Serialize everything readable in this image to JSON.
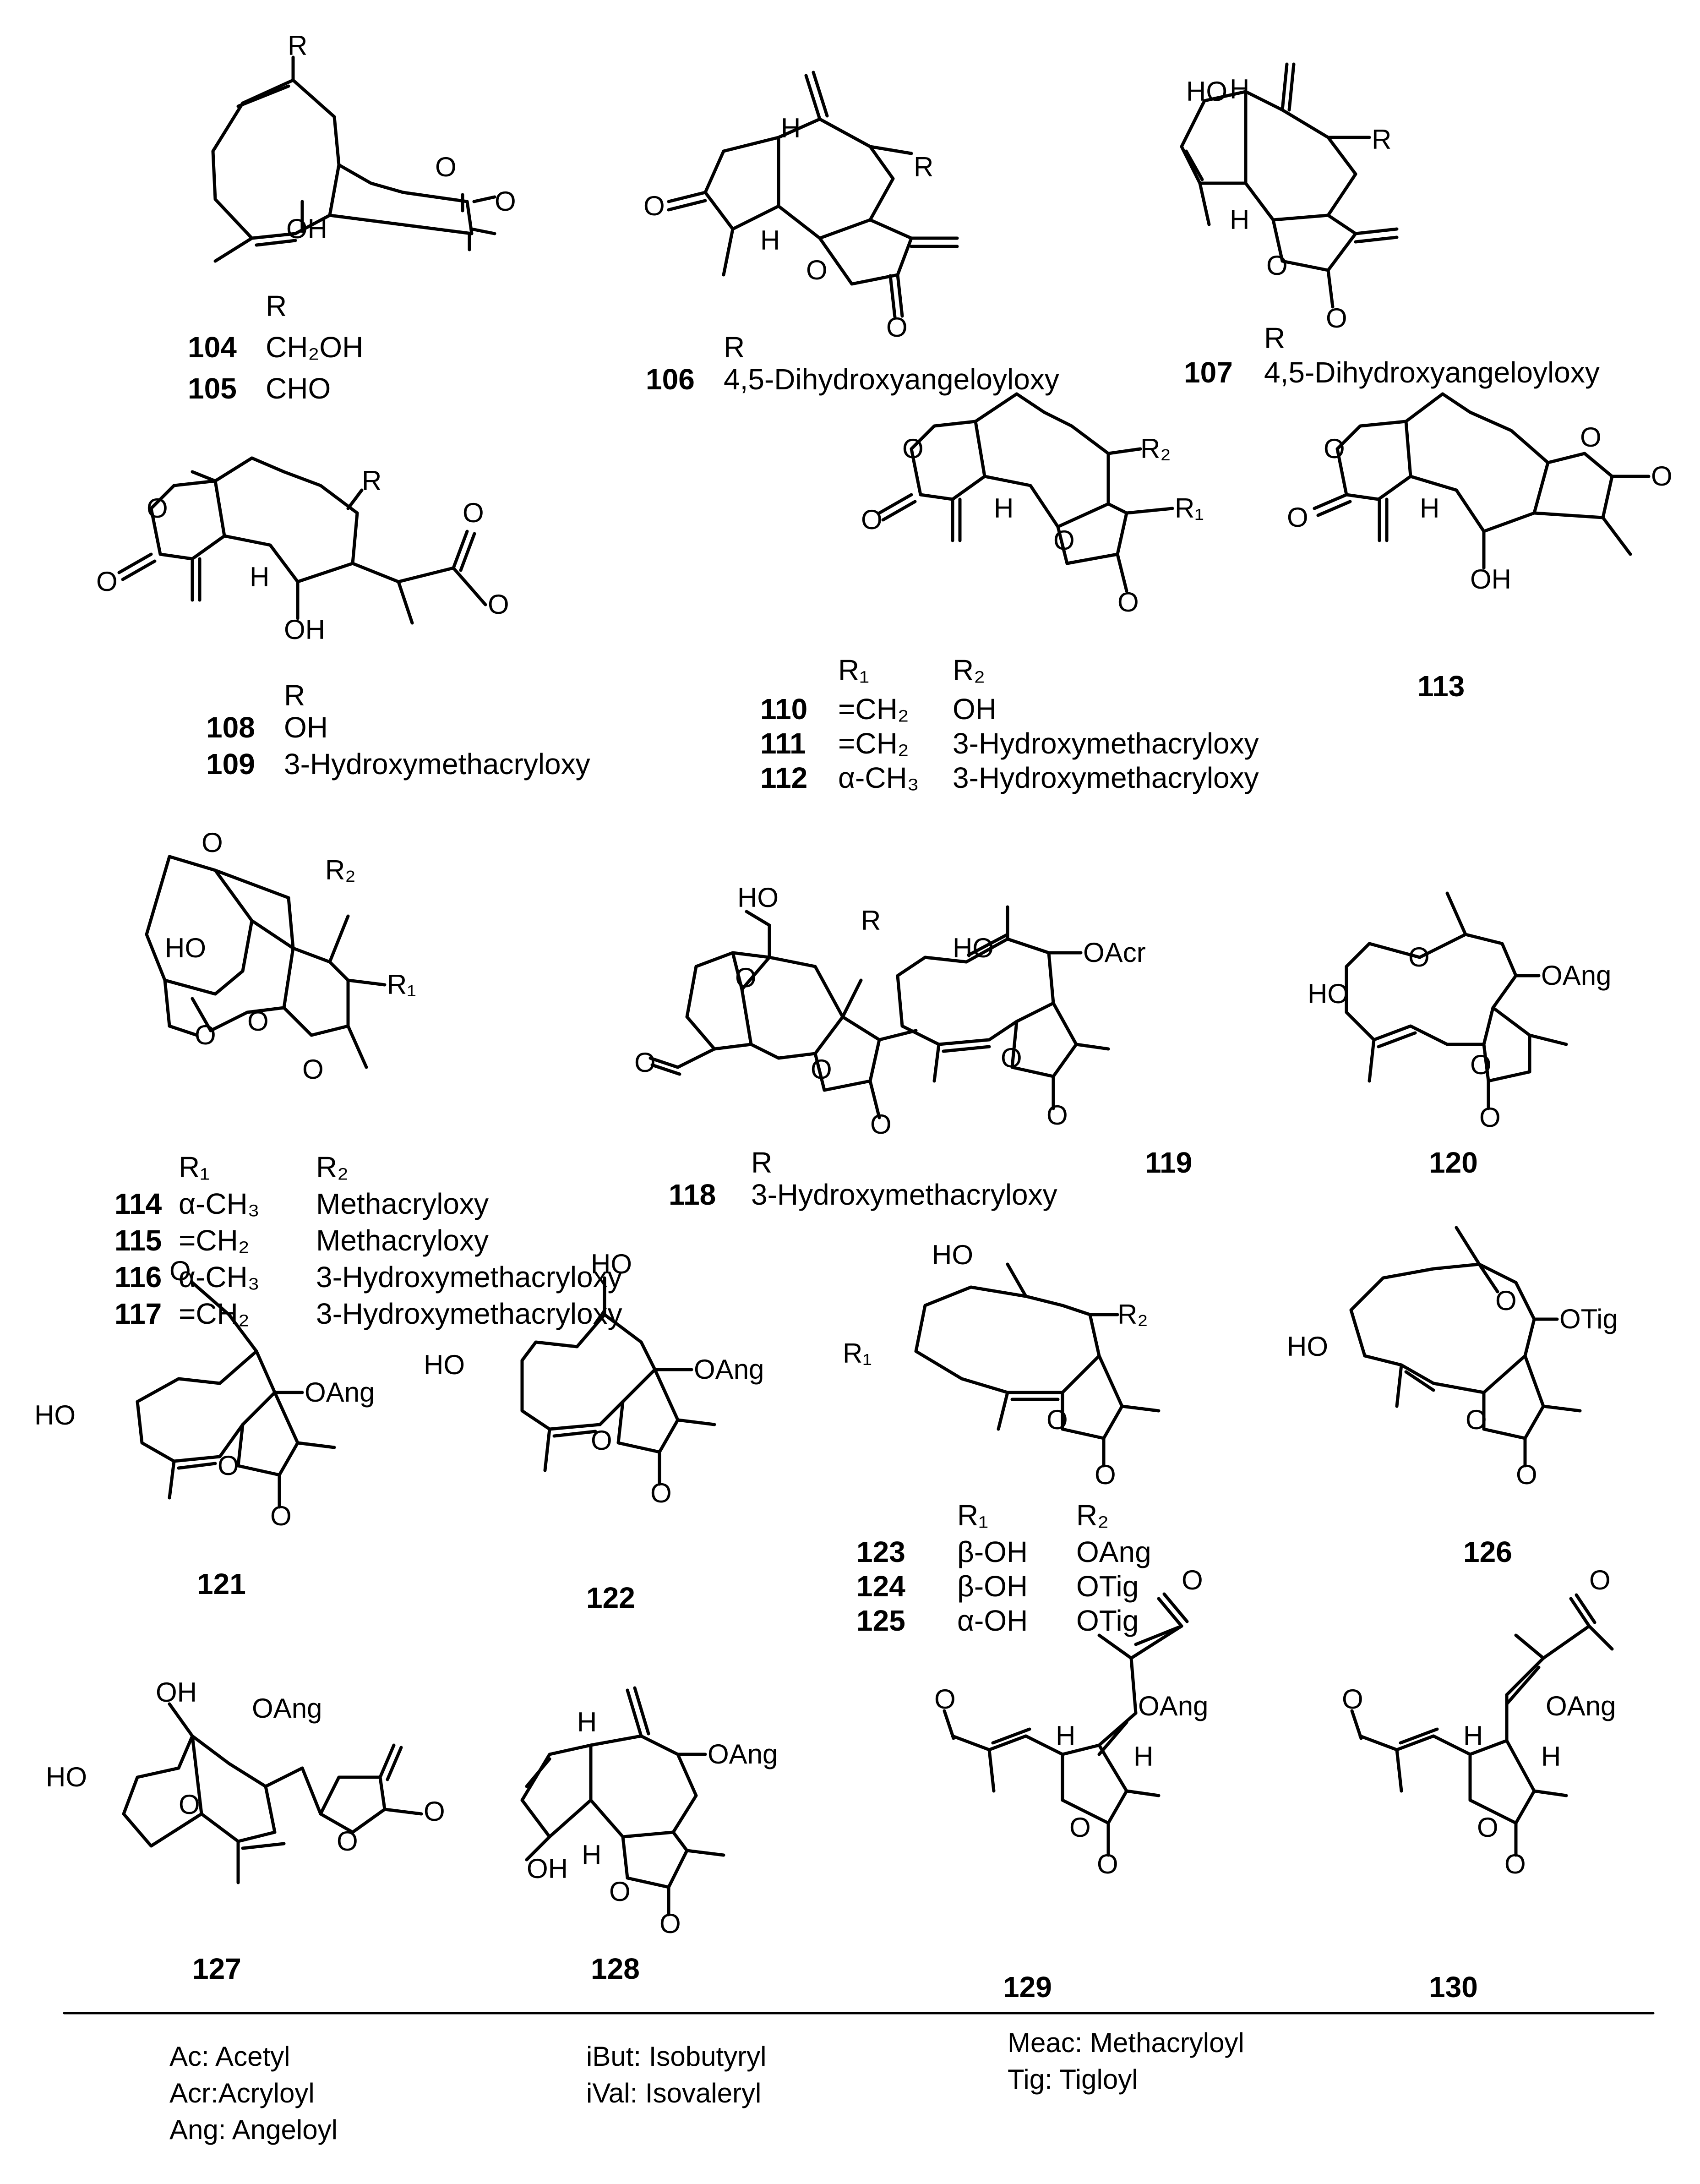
{
  "compounds": [
    {
      "id": "104-105",
      "header": "R",
      "rows": [
        {
          "num": "104",
          "R": "CH₂OH"
        },
        {
          "num": "105",
          "R": "CHO"
        }
      ],
      "atoms": [
        "R",
        "O",
        "O",
        "OH"
      ]
    },
    {
      "id": "106",
      "header": "R",
      "rows": [
        {
          "num": "106",
          "R": "4,5-Dihydroxyangeloyloxy"
        }
      ],
      "atoms": [
        "R",
        "O",
        "H",
        "H",
        "O",
        "O"
      ]
    },
    {
      "id": "107",
      "header": "R",
      "rows": [
        {
          "num": "107",
          "R": "4,5-Dihydroxyangeloyloxy"
        }
      ],
      "atoms": [
        "HO",
        "H",
        "R",
        "H",
        "O",
        "O"
      ]
    },
    {
      "id": "108-109",
      "header": "R",
      "rows": [
        {
          "num": "108",
          "R": "OH"
        },
        {
          "num": "109",
          "R": "3-Hydroxymethacryloxy"
        }
      ],
      "atoms": [
        "R",
        "O",
        "O",
        "H",
        "OH",
        "O",
        "O"
      ]
    },
    {
      "id": "110-112",
      "header": [
        "R₁",
        "R₂"
      ],
      "rows": [
        {
          "num": "110",
          "R1": "=CH₂",
          "R2": "OH"
        },
        {
          "num": "111",
          "R1": "=CH₂",
          "R2": "3-Hydroxymethacryloxy"
        },
        {
          "num": "112",
          "R1": "α-CH₃",
          "R2": "3-Hydroxymethacryloxy"
        }
      ],
      "atoms": [
        "R₂",
        "O",
        "O",
        "R₁",
        "H",
        "O",
        "O"
      ]
    },
    {
      "id": "113",
      "rows": [
        {
          "num": "113"
        }
      ],
      "atoms": [
        "O",
        "O",
        "O",
        "O",
        "H",
        "OH"
      ]
    },
    {
      "id": "114-117",
      "header": [
        "R₁",
        "R₂"
      ],
      "rows": [
        {
          "num": "114",
          "R1": "α-CH₃",
          "R2": "Methacryloxy"
        },
        {
          "num": "115",
          "R1": "=CH₂",
          "R2": "Methacryloxy"
        },
        {
          "num": "116",
          "R1": "α-CH₃",
          "R2": "3-Hydroxymethacryloxy"
        },
        {
          "num": "117",
          "R1": "=CH₂",
          "R2": "3-Hydroxymethacryloxy"
        }
      ],
      "atoms": [
        "O",
        "R₂",
        "HO",
        "R₁",
        "O",
        "O",
        "O"
      ]
    },
    {
      "id": "118",
      "header": "R",
      "rows": [
        {
          "num": "118",
          "R": "3-Hydroxymethacryloxy"
        }
      ],
      "atoms": [
        "HO",
        "O",
        "R",
        "O",
        "O",
        "O"
      ]
    },
    {
      "id": "119",
      "rows": [
        {
          "num": "119"
        }
      ],
      "atoms": [
        "OAcr",
        "HO",
        "O",
        "O"
      ]
    },
    {
      "id": "120",
      "rows": [
        {
          "num": "120"
        }
      ],
      "atoms": [
        "O",
        "OAng",
        "HO",
        "O",
        "O"
      ]
    },
    {
      "id": "121",
      "rows": [
        {
          "num": "121"
        }
      ],
      "atoms": [
        "O",
        "OAng",
        "HO",
        "O",
        "O"
      ]
    },
    {
      "id": "122",
      "rows": [
        {
          "num": "122"
        }
      ],
      "atoms": [
        "HO",
        "OAng",
        "HO",
        "O",
        "O"
      ]
    },
    {
      "id": "123-125",
      "header": [
        "R₁",
        "R₂"
      ],
      "rows": [
        {
          "num": "123",
          "R1": "β-OH",
          "R2": "OAng"
        },
        {
          "num": "124",
          "R1": "β-OH",
          "R2": "OTig"
        },
        {
          "num": "125",
          "R1": "α-OH",
          "R2": "OTig"
        }
      ],
      "atoms": [
        "HO",
        "R₂",
        "R₁",
        "O",
        "O"
      ]
    },
    {
      "id": "126",
      "rows": [
        {
          "num": "126"
        }
      ],
      "atoms": [
        "O",
        "OTig",
        "HO",
        "O",
        "O"
      ]
    },
    {
      "id": "127",
      "rows": [
        {
          "num": "127"
        }
      ],
      "atoms": [
        "OH",
        "OAng",
        "HO",
        "O",
        "O",
        "O"
      ]
    },
    {
      "id": "128",
      "rows": [
        {
          "num": "128"
        }
      ],
      "atoms": [
        "H",
        "OAng",
        "OH",
        "H",
        "O",
        "O"
      ]
    },
    {
      "id": "129",
      "rows": [
        {
          "num": "129"
        }
      ],
      "atoms": [
        "O",
        "O",
        "OAng",
        "H",
        "H",
        "O",
        "O"
      ]
    },
    {
      "id": "130",
      "rows": [
        {
          "num": "130"
        }
      ],
      "atoms": [
        "O",
        "O",
        "OAng",
        "H",
        "H",
        "O",
        "O"
      ]
    }
  ],
  "abbreviations": [
    [
      "Ac: Acetyl",
      "Acr:Acryloyl",
      "Ang: Angeloyl"
    ],
    [
      "iBut: Isobutyryl",
      "iVal: Isovaleryl"
    ],
    [
      "Meac: Methacryloyl",
      "Tig: Tigloyl"
    ]
  ],
  "colors": {
    "ink": "#000000",
    "background": "#ffffff"
  }
}
